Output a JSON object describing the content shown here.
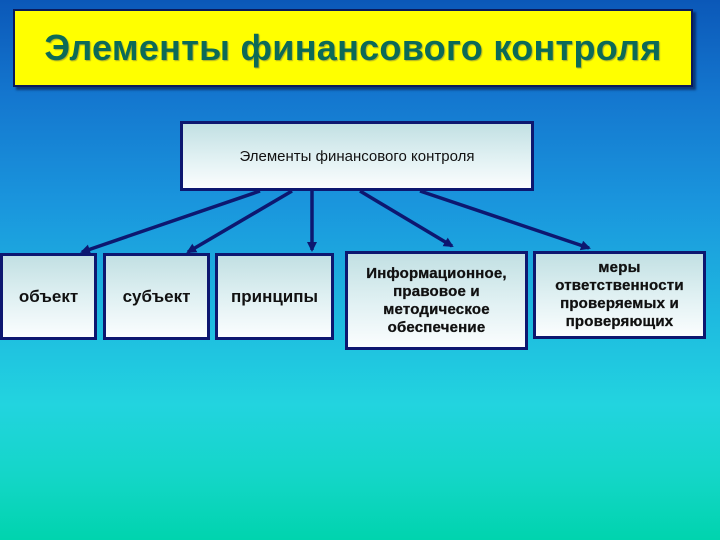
{
  "slide": {
    "title": "Элементы финансового контроля",
    "colors": {
      "title_bg": "#ffff00",
      "title_text": "#0c6a57",
      "box_border": "#0d1770",
      "arrow": "#0d1770",
      "bg_top": "#0b58b8",
      "bg_bottom": "#00d4ae"
    }
  },
  "diagram": {
    "root": "Элементы финансового контроля",
    "children": [
      {
        "label": "объект"
      },
      {
        "label": "субъект"
      },
      {
        "label": "принципы"
      },
      {
        "lines": [
          "Информационное,",
          "правовое и",
          "методическое",
          "обеспечение"
        ]
      },
      {
        "lines": [
          "меры",
          "ответственности",
          "проверяемых и",
          "проверяющих"
        ]
      }
    ]
  }
}
